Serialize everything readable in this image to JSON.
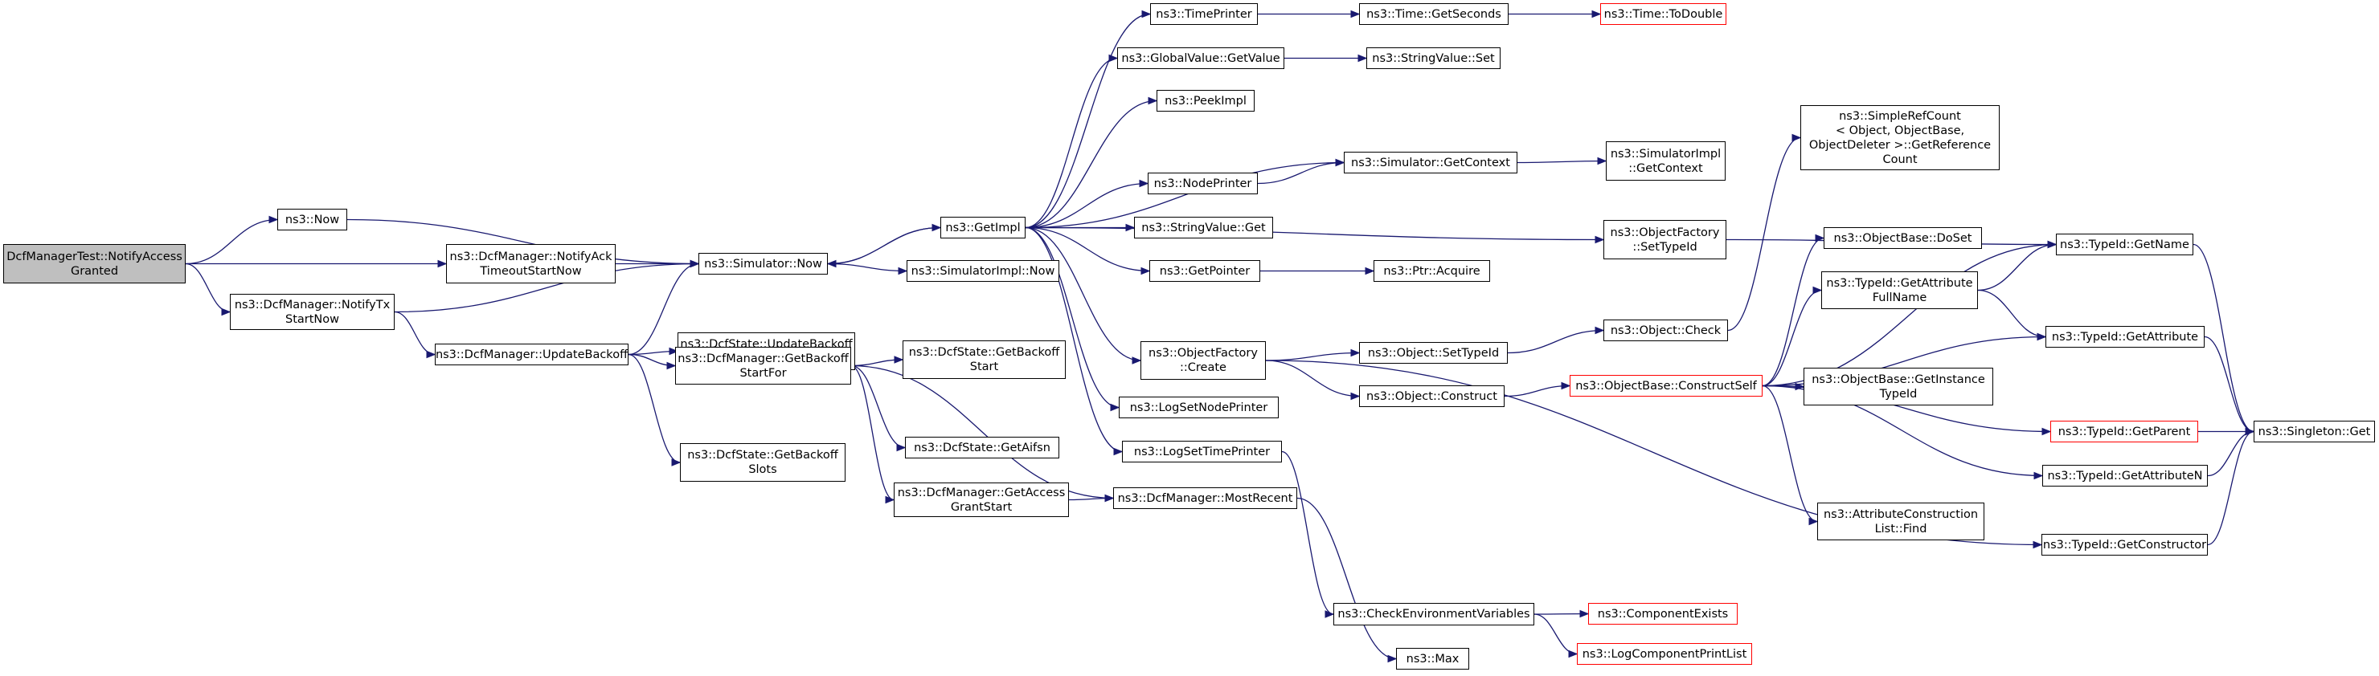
{
  "graph": {
    "colors": {
      "edge": "#191970",
      "border": "#000000",
      "undocumented_border": "#ff0000",
      "root_fill": "#bfbfbf"
    },
    "nodes": [
      {
        "id": "root",
        "label": "DcfManagerTest::NotifyAccess\nGranted",
        "style": "root"
      },
      {
        "id": "now",
        "label": "ns3::Now"
      },
      {
        "id": "notifyack",
        "label": "ns3::DcfManager::NotifyAck\nTimeoutStartNow"
      },
      {
        "id": "notifytx",
        "label": "ns3::DcfManager::NotifyTx\nStartNow"
      },
      {
        "id": "simnow",
        "label": "ns3::Simulator::Now"
      },
      {
        "id": "updatebackoff",
        "label": "ns3::DcfManager::UpdateBackoff"
      },
      {
        "id": "updbackoffslots",
        "label": "ns3::DcfState::UpdateBackoff\nSlotsNow"
      },
      {
        "id": "getbackoffstartfor",
        "label": "ns3::DcfManager::GetBackoff\nStartFor"
      },
      {
        "id": "getbackoffslots",
        "label": "ns3::DcfState::GetBackoff\nSlots"
      },
      {
        "id": "getbackoffstart",
        "label": "ns3::DcfState::GetBackoff\nStart"
      },
      {
        "id": "getaifsn",
        "label": "ns3::DcfState::GetAifsn"
      },
      {
        "id": "getaccessgrant",
        "label": "ns3::DcfManager::GetAccess\nGrantStart"
      },
      {
        "id": "mostrecent",
        "label": "ns3::DcfManager::MostRecent"
      },
      {
        "id": "getimpl",
        "label": "ns3::GetImpl"
      },
      {
        "id": "simimplnow",
        "label": "ns3::SimulatorImpl::Now"
      },
      {
        "id": "timeprinter",
        "label": "ns3::TimePrinter"
      },
      {
        "id": "globalvalue",
        "label": "ns3::GlobalValue::GetValue"
      },
      {
        "id": "peekimpl",
        "label": "ns3::PeekImpl"
      },
      {
        "id": "nodeprinter",
        "label": "ns3::NodePrinter"
      },
      {
        "id": "stringvalueget",
        "label": "ns3::StringValue::Get"
      },
      {
        "id": "getpointer",
        "label": "ns3::GetPointer"
      },
      {
        "id": "objfactorycreate",
        "label": "ns3::ObjectFactory\n::Create"
      },
      {
        "id": "logsetnodeprinter",
        "label": "ns3::LogSetNodePrinter"
      },
      {
        "id": "logsettimeprinter",
        "label": "ns3::LogSetTimePrinter"
      },
      {
        "id": "max",
        "label": "ns3::Max"
      },
      {
        "id": "timegetseconds",
        "label": "ns3::Time::GetSeconds"
      },
      {
        "id": "stringvalueset",
        "label": "ns3::StringValue::Set"
      },
      {
        "id": "simgetcontext",
        "label": "ns3::Simulator::GetContext"
      },
      {
        "id": "ptracquire",
        "label": "ns3::Ptr::Acquire"
      },
      {
        "id": "objsettypeid",
        "label": "ns3::Object::SetTypeId"
      },
      {
        "id": "objconstruct",
        "label": "ns3::Object::Construct"
      },
      {
        "id": "checkenv",
        "label": "ns3::CheckEnvironmentVariables"
      },
      {
        "id": "timetodouble",
        "label": "ns3::Time::ToDouble",
        "style": "undoc"
      },
      {
        "id": "simimplgetcontext",
        "label": "ns3::SimulatorImpl\n::GetContext"
      },
      {
        "id": "objfactorysettypeid",
        "label": "ns3::ObjectFactory\n::SetTypeId"
      },
      {
        "id": "objcheck",
        "label": "ns3::Object::Check"
      },
      {
        "id": "constructself",
        "label": "ns3::ObjectBase::ConstructSelf",
        "style": "undoc"
      },
      {
        "id": "componentexists",
        "label": "ns3::ComponentExists",
        "style": "undoc"
      },
      {
        "id": "logcomponentprintlist",
        "label": "ns3::LogComponentPrintList",
        "style": "undoc"
      },
      {
        "id": "simplerefcount",
        "label": "ns3::SimpleRefCount\n< Object, ObjectBase,\n ObjectDeleter >::GetReference\nCount"
      },
      {
        "id": "objbasedoset",
        "label": "ns3::ObjectBase::DoSet"
      },
      {
        "id": "getattributefullname",
        "label": "ns3::TypeId::GetAttribute\nFullName"
      },
      {
        "id": "getinstancetypeid",
        "label": "ns3::ObjectBase::GetInstance\nTypeId"
      },
      {
        "id": "attrconstructfind",
        "label": "ns3::AttributeConstruction\nList::Find"
      },
      {
        "id": "typeidgetname",
        "label": "ns3::TypeId::GetName"
      },
      {
        "id": "typeidgetattribute",
        "label": "ns3::TypeId::GetAttribute"
      },
      {
        "id": "typeidgetparent",
        "label": "ns3::TypeId::GetParent",
        "style": "undoc"
      },
      {
        "id": "typeidgetattributen",
        "label": "ns3::TypeId::GetAttributeN"
      },
      {
        "id": "typeidgetconstructor",
        "label": "ns3::TypeId::GetConstructor"
      },
      {
        "id": "singletonget",
        "label": "ns3::Singleton::Get"
      }
    ],
    "edges": [
      [
        "root",
        "now"
      ],
      [
        "root",
        "notifyack"
      ],
      [
        "root",
        "notifytx"
      ],
      [
        "now",
        "simnow"
      ],
      [
        "notifyack",
        "simnow"
      ],
      [
        "notifytx",
        "simnow"
      ],
      [
        "notifytx",
        "updatebackoff"
      ],
      [
        "updatebackoff",
        "simnow"
      ],
      [
        "updatebackoff",
        "updbackoffslots"
      ],
      [
        "updatebackoff",
        "getbackoffstartfor"
      ],
      [
        "updatebackoff",
        "getbackoffslots"
      ],
      [
        "getbackoffstartfor",
        "getbackoffstart"
      ],
      [
        "getbackoffstartfor",
        "getaifsn"
      ],
      [
        "getbackoffstartfor",
        "getaccessgrant"
      ],
      [
        "getbackoffstartfor",
        "mostrecent"
      ],
      [
        "getaccessgrant",
        "mostrecent"
      ],
      [
        "mostrecent",
        "max"
      ],
      [
        "simnow",
        "getimpl"
      ],
      [
        "simnow",
        "simimplnow"
      ],
      [
        "getimpl",
        "timeprinter"
      ],
      [
        "getimpl",
        "globalvalue"
      ],
      [
        "getimpl",
        "peekimpl"
      ],
      [
        "getimpl",
        "nodeprinter"
      ],
      [
        "getimpl",
        "stringvalueget"
      ],
      [
        "getimpl",
        "getpointer"
      ],
      [
        "getimpl",
        "objfactorycreate"
      ],
      [
        "getimpl",
        "logsetnodeprinter"
      ],
      [
        "getimpl",
        "logsettimeprinter"
      ],
      [
        "getimpl",
        "simgetcontext"
      ],
      [
        "getimpl",
        "objfactorysettypeid"
      ],
      [
        "getimpl",
        "simnow"
      ],
      [
        "timeprinter",
        "timegetseconds"
      ],
      [
        "timegetseconds",
        "timetodouble"
      ],
      [
        "globalvalue",
        "stringvalueset"
      ],
      [
        "nodeprinter",
        "simgetcontext"
      ],
      [
        "simgetcontext",
        "simimplgetcontext"
      ],
      [
        "getpointer",
        "ptracquire"
      ],
      [
        "objfactorycreate",
        "objsettypeid"
      ],
      [
        "objfactorycreate",
        "objconstruct"
      ],
      [
        "objfactorycreate",
        "typeidgetconstructor"
      ],
      [
        "logsettimeprinter",
        "checkenv"
      ],
      [
        "checkenv",
        "componentexists"
      ],
      [
        "checkenv",
        "logcomponentprintlist"
      ],
      [
        "objsettypeid",
        "objcheck"
      ],
      [
        "objcheck",
        "simplerefcount"
      ],
      [
        "objfactorysettypeid",
        "typeidgetname"
      ],
      [
        "objconstruct",
        "constructself"
      ],
      [
        "constructself",
        "objbasedoset"
      ],
      [
        "constructself",
        "getattributefullname"
      ],
      [
        "constructself",
        "getinstancetypeid"
      ],
      [
        "constructself",
        "attrconstructfind"
      ],
      [
        "constructself",
        "typeidgetname"
      ],
      [
        "constructself",
        "typeidgetattribute"
      ],
      [
        "constructself",
        "typeidgetparent"
      ],
      [
        "constructself",
        "typeidgetattributen"
      ],
      [
        "getattributefullname",
        "typeidgetname"
      ],
      [
        "getattributefullname",
        "typeidgetattribute"
      ],
      [
        "typeidgetname",
        "singletonget"
      ],
      [
        "typeidgetattribute",
        "singletonget"
      ],
      [
        "typeidgetparent",
        "singletonget"
      ],
      [
        "typeidgetattributen",
        "singletonget"
      ],
      [
        "typeidgetconstructor",
        "singletonget"
      ]
    ]
  }
}
